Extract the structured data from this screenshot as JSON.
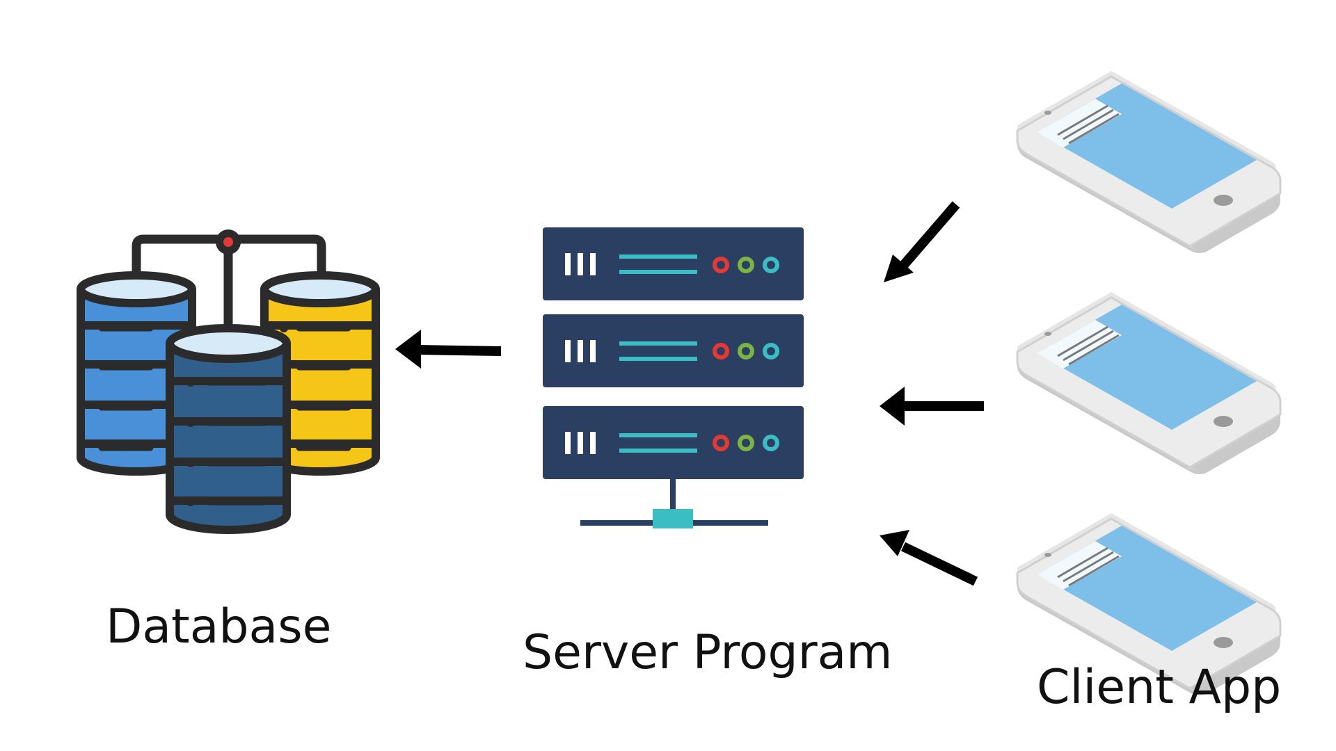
{
  "labels": {
    "database": "Database",
    "server": "Server Program",
    "client": "Client App"
  },
  "colors": {
    "background": "#ffffff",
    "outline": "#2b2b2b",
    "db_blue": "#4a90d9",
    "db_dark_blue": "#2f5f8a",
    "db_yellow": "#f5c518",
    "db_cap": "#d6eaf8",
    "server_panel": "#2b3f63",
    "server_line": "#3bbdc4",
    "led_red": "#e53935",
    "led_green": "#7cb342",
    "led_cyan": "#3bbdc4",
    "phone_body": "#e6e6e6",
    "phone_screen": "#7dbfe9",
    "arrow": "#000000"
  },
  "icons": [
    "database-icon",
    "server-icon",
    "smartphone-icon",
    "arrow-icon"
  ]
}
